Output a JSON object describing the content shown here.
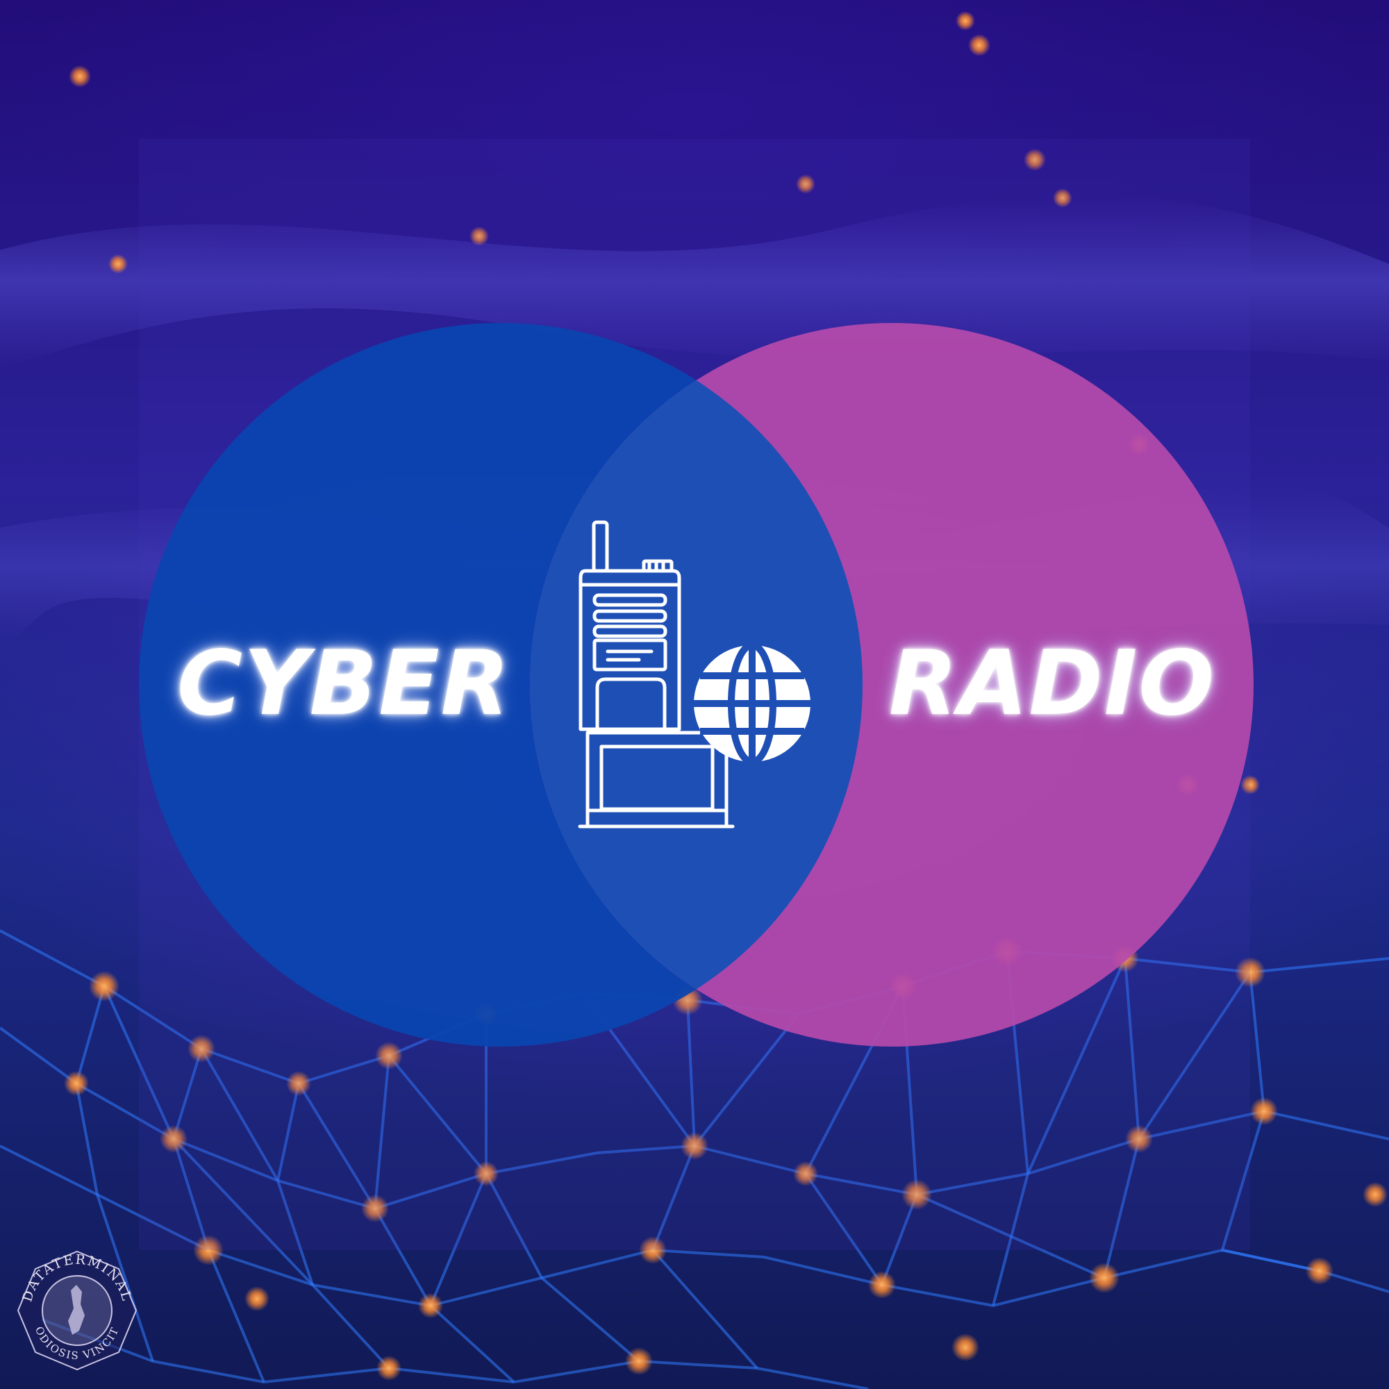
{
  "venn": {
    "left_label": "CYBER",
    "right_label": "RADIO",
    "center_icon": "radio-laptop-globe-icon",
    "left_color": "#0b45b0",
    "right_color": "#b64aab",
    "overlap_color": "#1e4fb5"
  },
  "logo": {
    "top_text": "DATATERMINAL",
    "bottom_text": "ODIOSIS VINCIT"
  }
}
